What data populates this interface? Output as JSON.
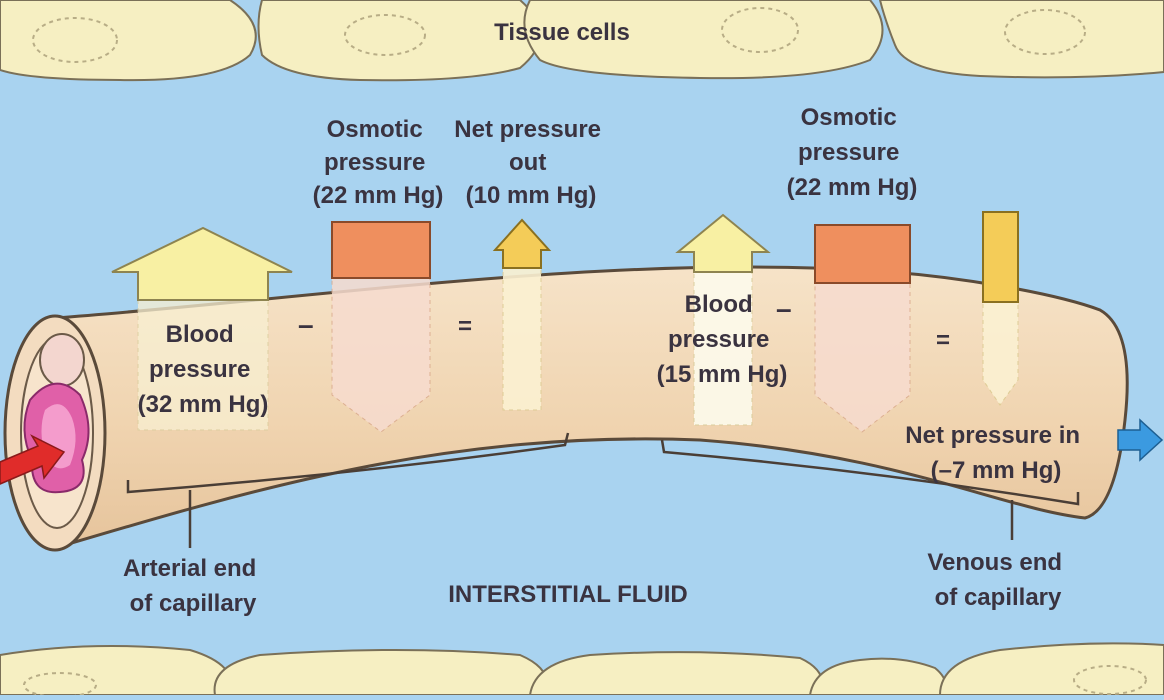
{
  "labels": {
    "tissue_cells": "Tissue cells",
    "interstitial_fluid": "INTERSTITIAL FLUID",
    "arterial_end": [
      "Arterial end",
      "of capillary"
    ],
    "venous_end": [
      "Venous end",
      "of capillary"
    ],
    "arterial": {
      "blood_pressure": [
        "Blood",
        "pressure",
        "(32 mm Hg)"
      ],
      "osmotic_pressure": [
        "Osmotic",
        "pressure",
        "(22 mm Hg)"
      ],
      "net_pressure": [
        "Net pressure",
        "out",
        "(10 mm Hg)"
      ],
      "minus": "–",
      "equals": "="
    },
    "venous": {
      "blood_pressure": [
        "Blood",
        "pressure",
        "(15 mm Hg)"
      ],
      "osmotic_pressure": [
        "Osmotic",
        "pressure",
        "(22 mm Hg)"
      ],
      "net_pressure": [
        "Net pressure in",
        "(–7 mm Hg)"
      ],
      "minus": "–",
      "equals": "="
    }
  },
  "colors": {
    "background": "#a9d3f0",
    "tissue_cell": "#f6efc2",
    "capillary": "#f1d7b7",
    "blood_pressure_arrow": "#f8f0a3",
    "osmotic_block": "#ef8f5e",
    "net_arrow": "#f4cc58",
    "inflow_arrow": "#e02c2a",
    "outflow_arrow": "#3b9ae0"
  }
}
